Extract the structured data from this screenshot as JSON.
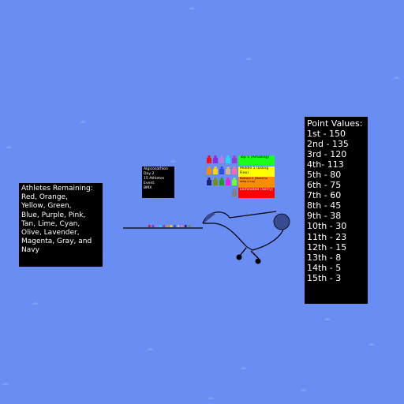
{
  "colors": {
    "sky": "#6a8df4",
    "cloud": "#7f9ff6",
    "panel": "#000000",
    "top": "#19ff19",
    "middle": "#ffff00",
    "danger": "#ff8c00",
    "eliminated": "#ff0000"
  },
  "athletes_panel": {
    "lines": [
      "Athletes Remaining:",
      "Red, Orange,",
      "Yellow, Green,",
      "Blue, Purple, Pink,",
      "Tan, Lime, Cyan,",
      "Olive, Lavender,",
      "Magenta, Gray, and",
      "Navy"
    ]
  },
  "info_panel": {
    "lines": [
      "Algicosathlon",
      "Day 2",
      "15 Athletes",
      "Event:",
      "BMX"
    ]
  },
  "legend": {
    "top": "Top 5 (Amazing)",
    "middle": "Middle 5 (Doing Fine)",
    "danger": "Bottom 4 (Need to step it up)",
    "eliminated": "Eliminated (Sorry)"
  },
  "points_panel": {
    "title": "Point Values:",
    "rows": [
      "1st - 150",
      "2nd - 135",
      "3rd - 120",
      "4th- 113",
      "5th - 80",
      "6th - 75",
      "7th - 60",
      "8th - 45",
      "9th - 38",
      "10th - 30",
      "11th - 23",
      "12th - 15",
      "13th - 8",
      "14th - 5",
      "15th - 3"
    ]
  },
  "athlete_icons": [
    {
      "name": "red",
      "color": "#e8141a"
    },
    {
      "name": "purple-dark",
      "color": "#8a2be2"
    },
    {
      "name": "lavender",
      "color": "#b57edc"
    },
    {
      "name": "cyan",
      "color": "#28d7f5"
    },
    {
      "name": "purple",
      "color": "#8e3fd9"
    },
    {
      "name": "orange",
      "color": "#ff8c00"
    },
    {
      "name": "yellow",
      "color": "#ffd700"
    },
    {
      "name": "blue",
      "color": "#2d4fe0"
    },
    {
      "name": "tan",
      "color": "#d2b48c"
    },
    {
      "name": "pink",
      "color": "#ff69b4"
    },
    {
      "name": "navy",
      "color": "#1a237e"
    },
    {
      "name": "olive",
      "color": "#7a8b20"
    },
    {
      "name": "green",
      "color": "#1e9e28"
    },
    {
      "name": "magenta",
      "color": "#e61ee6"
    },
    {
      "name": "lime",
      "color": "#70ff30"
    },
    {
      "name": "gray",
      "color": "#808080"
    }
  ]
}
